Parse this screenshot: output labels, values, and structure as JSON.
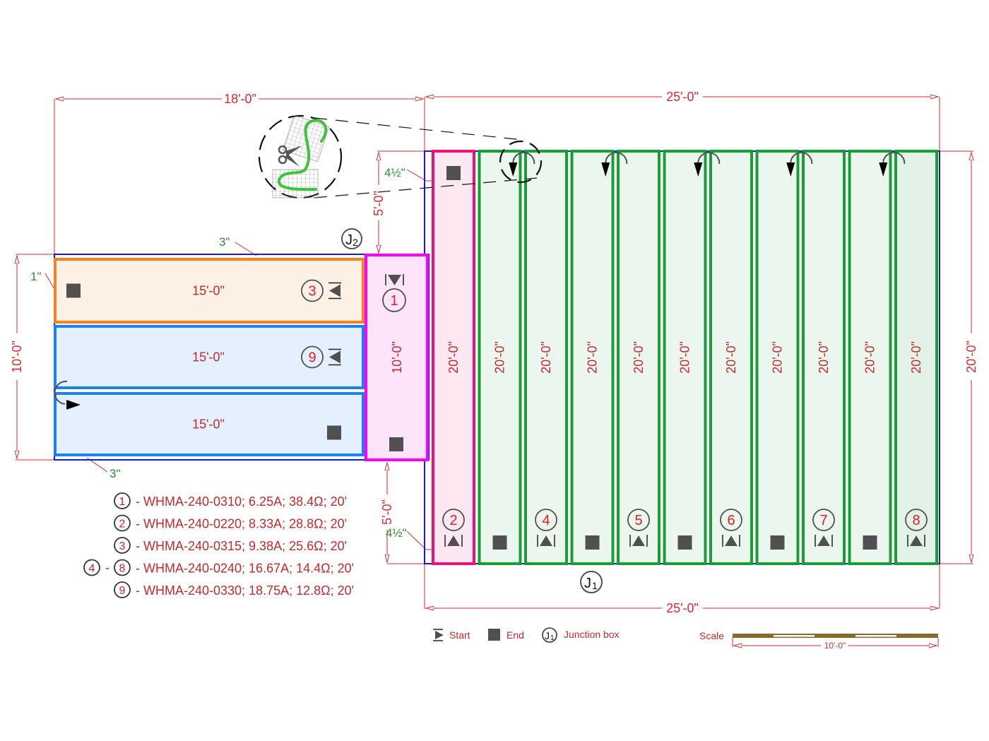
{
  "colors": {
    "dimension": "#e0262a",
    "room_outline": "#1a1ad6",
    "mat1": "#ff00ff",
    "mat2": "#ee1177",
    "mat3": "#f58220",
    "mat9": "#1e7ff0",
    "mat4_8": "#16a034",
    "green_note": "#2e8b2e",
    "end_marker": "#505050",
    "scale_bar": "#8b6a2a"
  },
  "dimensions": {
    "top_left_width": "18'-0\"",
    "top_right_width": "25'-0\"",
    "bottom_right_width": "25'-0\"",
    "left_height": "10'-0\"",
    "right_height": "20'-0\"",
    "gap_upper": "5'-0\"",
    "gap_lower": "5'-0\"",
    "offset_upper": "4½\"",
    "offset_lower": "4½\"",
    "edge_top": "3\"",
    "edge_bottom": "3\"",
    "edge_left": "1\""
  },
  "junction_boxes": [
    {
      "label": "J",
      "sub": "2"
    },
    {
      "label": "J",
      "sub": "1"
    }
  ],
  "left_mats": [
    {
      "id": "mat-3",
      "number": "3",
      "length": "15'-0\"",
      "start": true,
      "end": true
    },
    {
      "id": "mat-9a",
      "number": "9",
      "length": "15'-0\"",
      "start": true,
      "end": false
    },
    {
      "id": "mat-9b",
      "number": "",
      "length": "15'-0\"",
      "start": false,
      "end": true
    }
  ],
  "mat1": {
    "number": "1",
    "length": "10'-0\""
  },
  "right_strips": [
    {
      "number": "2",
      "length": "20'-0\""
    },
    {
      "number": "",
      "length": "20'-0\""
    },
    {
      "number": "4",
      "length": "20'-0\""
    },
    {
      "number": "",
      "length": "20'-0\""
    },
    {
      "number": "5",
      "length": "20'-0\""
    },
    {
      "number": "",
      "length": "20'-0\""
    },
    {
      "number": "6",
      "length": "20'-0\""
    },
    {
      "number": "",
      "length": "20'-0\""
    },
    {
      "number": "7",
      "length": "20'-0\""
    },
    {
      "number": "",
      "length": "20'-0\""
    },
    {
      "number": "8",
      "length": "20'-0\""
    }
  ],
  "mat_legend": [
    {
      "numbers": [
        "1"
      ],
      "text": "- WHMA-240-0310; 6.25A; 38.4Ω; 20'"
    },
    {
      "numbers": [
        "2"
      ],
      "text": "- WHMA-240-0220; 8.33A; 28.8Ω; 20'"
    },
    {
      "numbers": [
        "3"
      ],
      "text": "- WHMA-240-0315; 9.38A; 25.6Ω; 20'"
    },
    {
      "numbers": [
        "4",
        "8"
      ],
      "range_sep": "-",
      "text": "- WHMA-240-0240; 16.67A; 14.4Ω; 20'"
    },
    {
      "numbers": [
        "9"
      ],
      "text": "- WHMA-240-0330; 18.75A; 12.8Ω; 20'"
    }
  ],
  "symbol_key": {
    "start": "Start",
    "end": "End",
    "junction_box": "Junction box",
    "junction_symbol": "J",
    "junction_sub": "1"
  },
  "scale": {
    "label": "Scale",
    "length": "10'-0\""
  },
  "detail_callout": {
    "icon": "scissors-cut-mat-icon"
  }
}
